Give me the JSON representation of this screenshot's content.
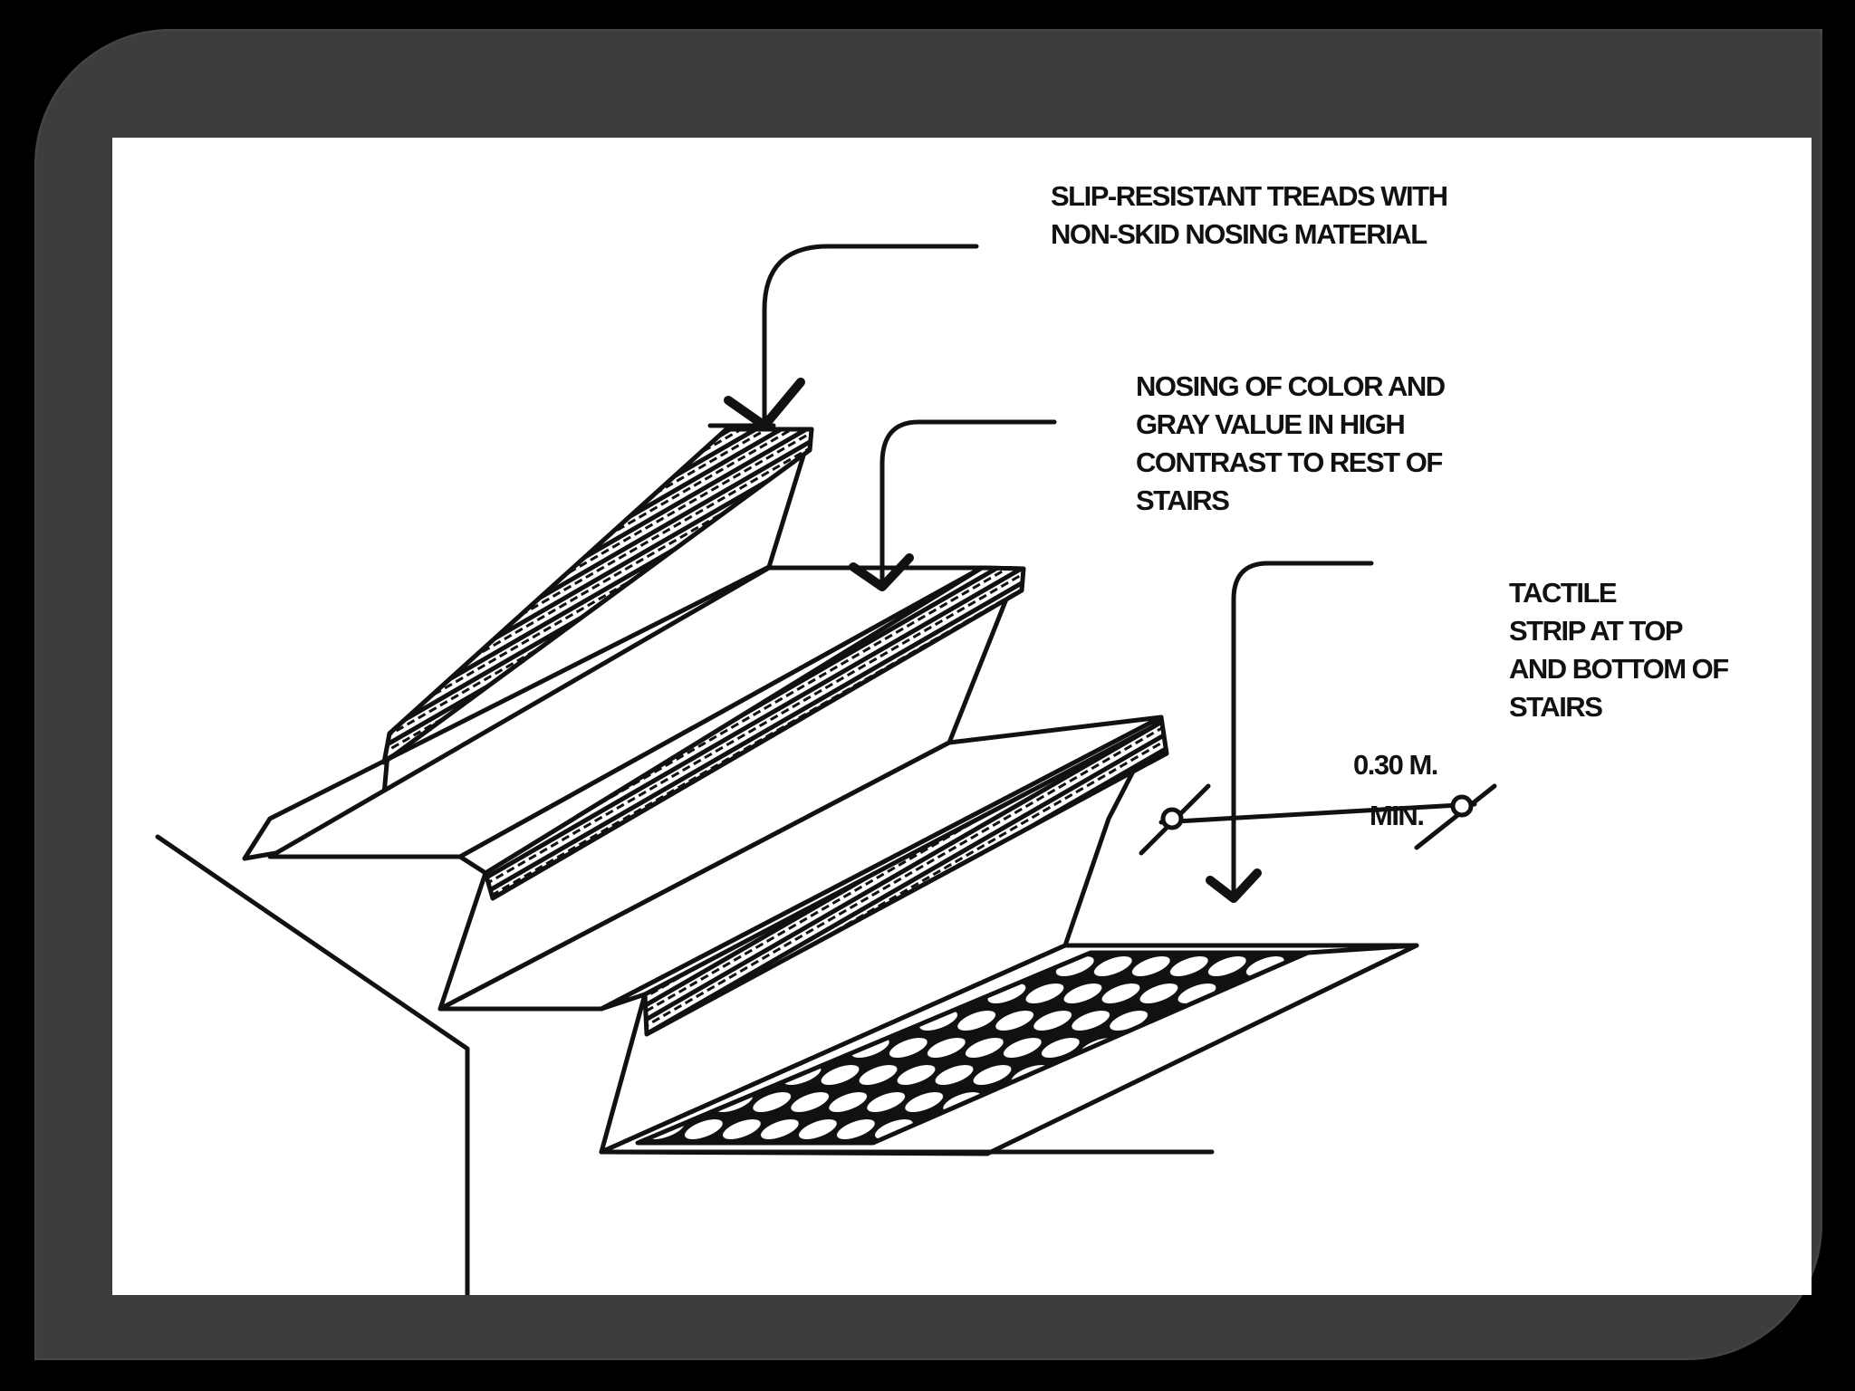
{
  "diagram": {
    "colors": {
      "background": "#000000",
      "frame": "#3d3d3d",
      "paper": "#ffffff",
      "ink": "#111111"
    },
    "labels": {
      "treads": {
        "line1": "SLIP-RESISTANT TREADS WITH",
        "line2": "NON-SKID NOSING MATERIAL"
      },
      "nosing": {
        "line1": "NOSING OF COLOR AND",
        "line2": "GRAY VALUE IN HIGH",
        "line3": "CONTRAST TO REST OF",
        "line4": "STAIRS"
      },
      "tactile": {
        "line1": "TACTILE",
        "line2": "STRIP AT TOP",
        "line3": "AND BOTTOM OF",
        "line4": "STAIRS"
      },
      "dimension": {
        "value": "0.30 M.",
        "qualifier": "MIN."
      }
    }
  }
}
